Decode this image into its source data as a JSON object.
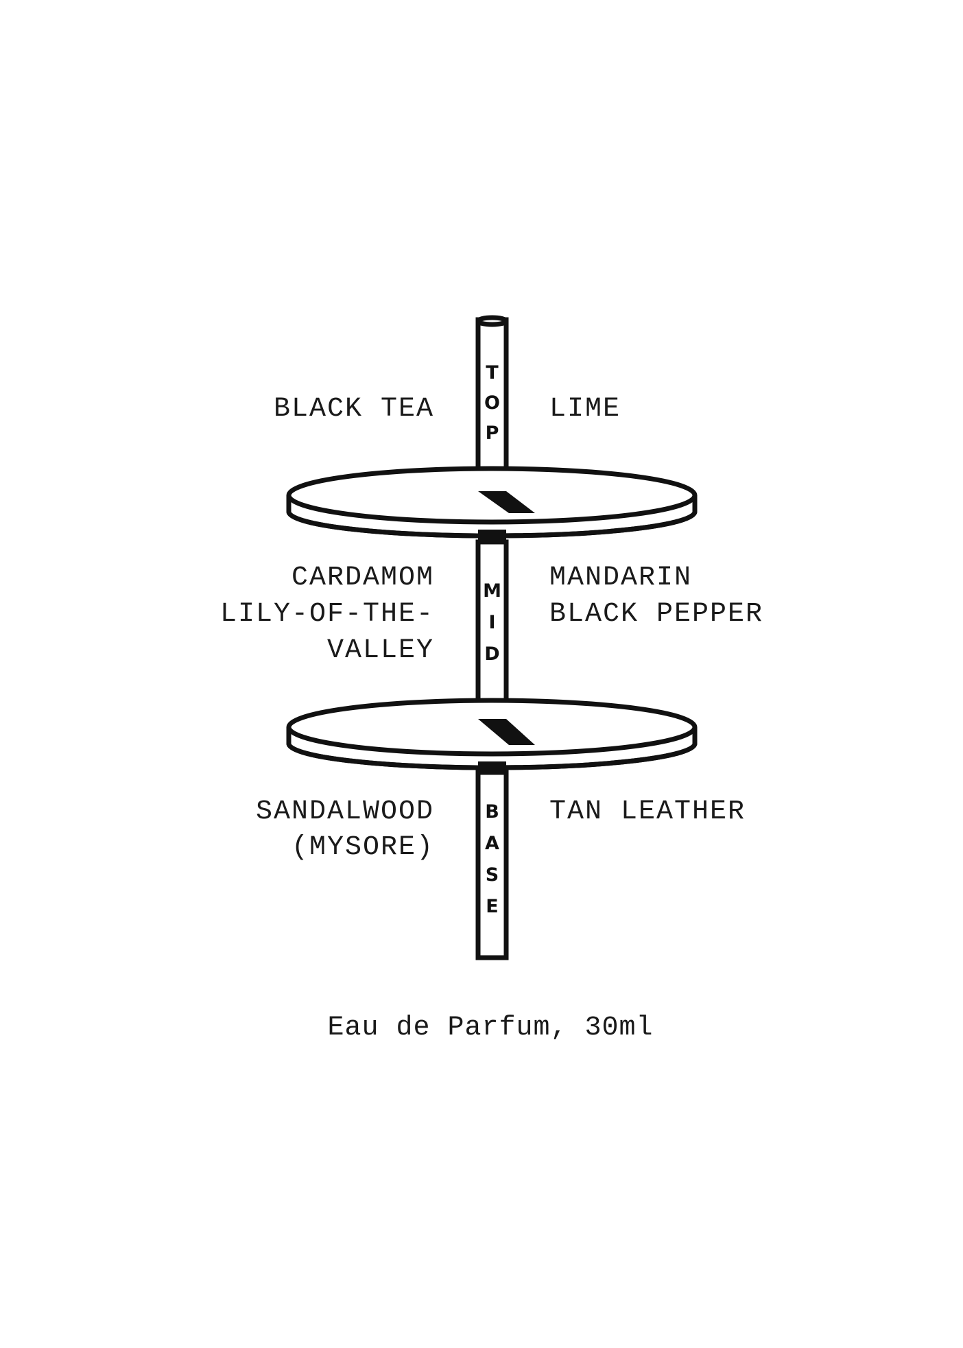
{
  "tiers": {
    "top": {
      "label": "TOP",
      "letters": [
        "T",
        "O",
        "P"
      ],
      "left_notes": [
        "BLACK TEA"
      ],
      "right_notes": [
        "LIME"
      ]
    },
    "mid": {
      "label": "MID",
      "letters": [
        "M",
        "I",
        "D"
      ],
      "left_notes": [
        "CARDAMOM",
        "LILY-OF-THE-",
        "VALLEY"
      ],
      "right_notes": [
        "MANDARIN",
        "BLACK PEPPER"
      ]
    },
    "base": {
      "label": "BASE",
      "letters": [
        "B",
        "A",
        "S",
        "E"
      ],
      "left_notes": [
        "SANDALWOOD",
        "(MYSORE)"
      ],
      "right_notes": [
        "TAN LEATHER"
      ]
    }
  },
  "caption": "Eau de Parfum, 30ml",
  "colors": {
    "ink": "#111111",
    "background": "#ffffff"
  }
}
